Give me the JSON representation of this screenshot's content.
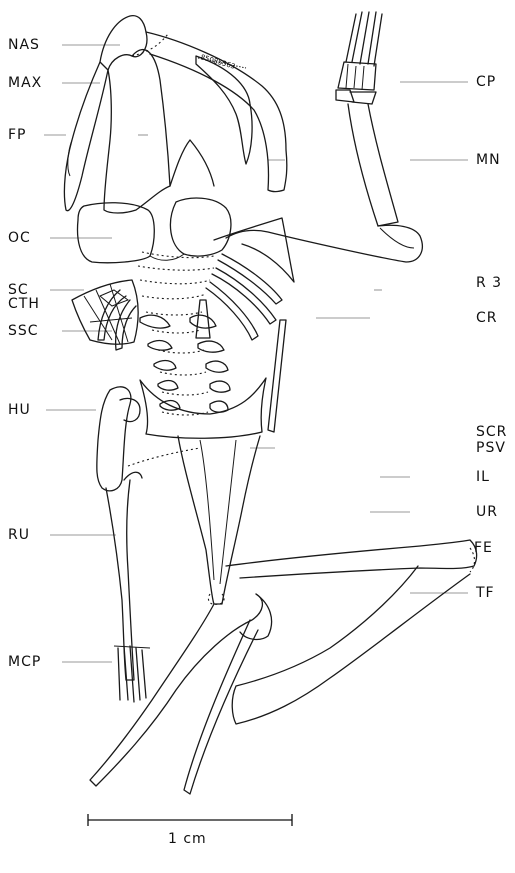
{
  "labels_left": [
    {
      "id": "nas",
      "text": "NAS"
    },
    {
      "id": "max",
      "text": "MAX"
    },
    {
      "id": "fp",
      "text": "FP"
    },
    {
      "id": "oc",
      "text": "OC"
    },
    {
      "id": "sc",
      "text": "SC"
    },
    {
      "id": "cth",
      "text": "CTH"
    },
    {
      "id": "ssc",
      "text": "SSC"
    },
    {
      "id": "hu",
      "text": "HU"
    },
    {
      "id": "ru",
      "text": "RU"
    },
    {
      "id": "mcp",
      "text": "MCP"
    }
  ],
  "labels_right": [
    {
      "id": "cp",
      "text": "CP"
    },
    {
      "id": "mn",
      "text": "MN"
    },
    {
      "id": "r3",
      "text": "R 3"
    },
    {
      "id": "cr",
      "text": "CR"
    },
    {
      "id": "scr",
      "text": "SCR"
    },
    {
      "id": "psv",
      "text": "PSV"
    },
    {
      "id": "il",
      "text": "IL"
    },
    {
      "id": "ur",
      "text": "UR"
    },
    {
      "id": "fe",
      "text": "FE"
    },
    {
      "id": "tf",
      "text": "TF"
    }
  ],
  "specimen_tag": "85085563",
  "scale_bar": {
    "label": "1 cm"
  }
}
